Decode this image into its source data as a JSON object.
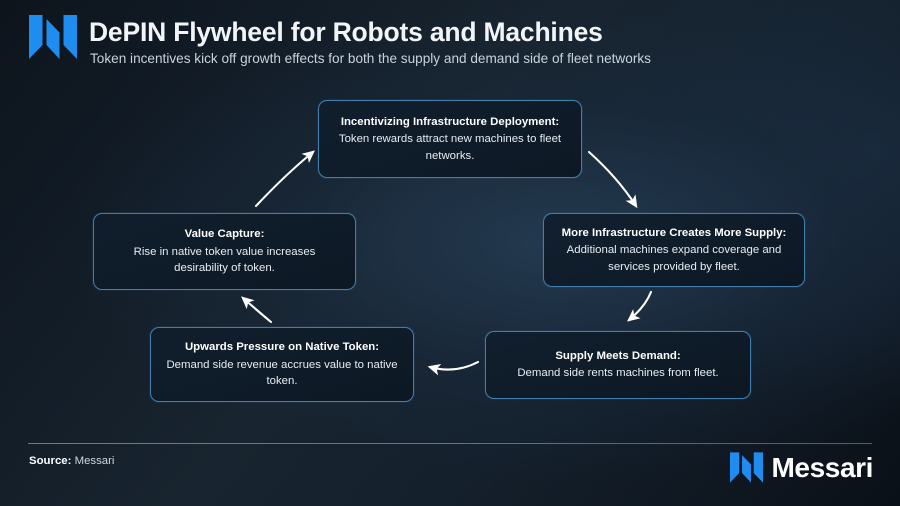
{
  "header": {
    "logo_name": "messari-logo-icon",
    "title": "DePIN Flywheel for Robots and Machines",
    "subtitle": "Token incentives kick off growth effects for both the supply and demand side of fleet networks",
    "brand_color": "#1f8cf0"
  },
  "flow": {
    "boxes": [
      {
        "id": "incentivizing-infrastructure-deployment",
        "title": "Incentivizing Infrastructure Deployment:",
        "description": "Token rewards attract new machines to fleet networks."
      },
      {
        "id": "more-infrastructure-creates-more-supply",
        "title": "More Infrastructure Creates More Supply:",
        "description": "Additional machines expand coverage and services provided by fleet."
      },
      {
        "id": "supply-meets-demand",
        "title": "Supply Meets Demand:",
        "description": "Demand side rents machines from fleet."
      },
      {
        "id": "upwards-pressure-on-native-token",
        "title": "Upwards Pressure on Native Token:",
        "description": "Demand side revenue accrues value to native token."
      },
      {
        "id": "value-capture",
        "title": "Value Capture:",
        "description": "Rise in native token value increases desirability of token."
      }
    ],
    "arrows": [
      {
        "name": "arrow-deployment-to-supply",
        "from": "incentivizing-infrastructure-deployment",
        "to": "more-infrastructure-creates-more-supply"
      },
      {
        "name": "arrow-supply-to-demand",
        "from": "more-infrastructure-creates-more-supply",
        "to": "supply-meets-demand"
      },
      {
        "name": "arrow-demand-to-pressure",
        "from": "supply-meets-demand",
        "to": "upwards-pressure-on-native-token"
      },
      {
        "name": "arrow-pressure-to-value-capture",
        "from": "upwards-pressure-on-native-token",
        "to": "value-capture"
      },
      {
        "name": "arrow-value-capture-to-deployment",
        "from": "value-capture",
        "to": "incentivizing-infrastructure-deployment"
      }
    ],
    "border_color": "#3f7fae",
    "arrow_color": "#ffffff"
  },
  "footer": {
    "source_label": "Source:",
    "source_value": "Messari",
    "wordmark": "Messari",
    "logo_name": "messari-logo-icon"
  }
}
